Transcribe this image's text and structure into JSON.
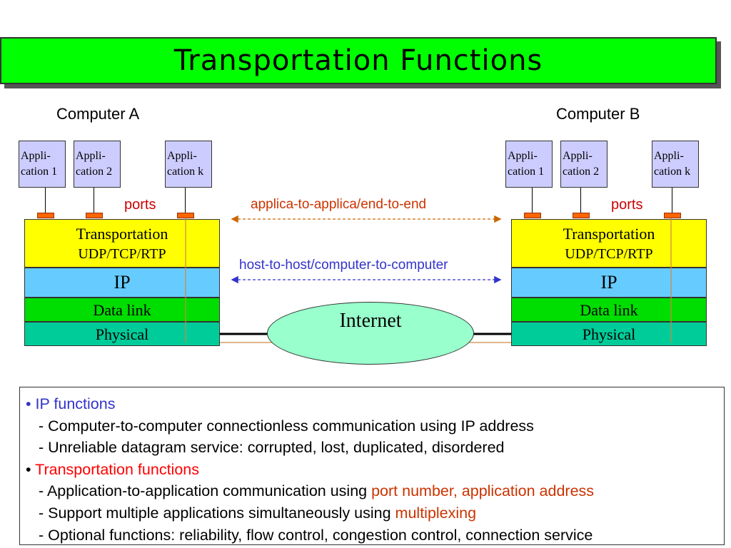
{
  "title": "Transportation Functions",
  "computer_a": {
    "label": "Computer A",
    "apps": [
      {
        "line1": "Appli-",
        "line2": "cation 1"
      },
      {
        "line1": "Appli-",
        "line2": "cation 2"
      },
      {
        "line1": "Appli-",
        "line2": "cation k"
      }
    ],
    "ports_label": "ports",
    "layers": {
      "transport": "Transportation",
      "transport_sub": "UDP/TCP/RTP",
      "ip": "IP",
      "datalink": "Data link",
      "physical": "Physical"
    }
  },
  "computer_b": {
    "label": "Computer B",
    "apps": [
      {
        "line1": "Appli-",
        "line2": "cation 1"
      },
      {
        "line1": "Appli-",
        "line2": "cation 2"
      },
      {
        "line1": "Appli-",
        "line2": "cation k"
      }
    ],
    "ports_label": "ports",
    "layers": {
      "transport": "Transportation",
      "transport_sub": "UDP/TCP/RTP",
      "ip": "IP",
      "datalink": "Data link",
      "physical": "Physical"
    }
  },
  "links": {
    "app_to_app": "applica-to-applica/end-to-end",
    "host_to_host": "host-to-host/computer-to-computer"
  },
  "internet_label": "Internet",
  "notes": {
    "ip_heading": "IP functions",
    "ip_items": [
      "- Computer-to-computer connectionless communication using IP address",
      "- Unreliable datagram service: corrupted, lost, duplicated, disordered"
    ],
    "transport_heading": "Transportation functions",
    "transport_item1_prefix": "- Application-to-application communication using ",
    "transport_item1_highlight": "port number, application address",
    "transport_item2_prefix": "- Support multiple applications simultaneously using ",
    "transport_item2_highlight": "multiplexing",
    "transport_item3": "- Optional functions: reliability, flow control, congestion control, connection service"
  },
  "colors": {
    "title_bg": "#00ff00",
    "app_box": "#ccccff",
    "port": "#ff6600",
    "transport_layer": "#ffff00",
    "ip_layer": "#66ccff",
    "datalink_layer": "#00dd00",
    "physical_layer": "#00cc99",
    "internet_cloud": "#99ffcc",
    "app_link_arrow": "#cc6600",
    "host_link_arrow": "#3333cc"
  }
}
